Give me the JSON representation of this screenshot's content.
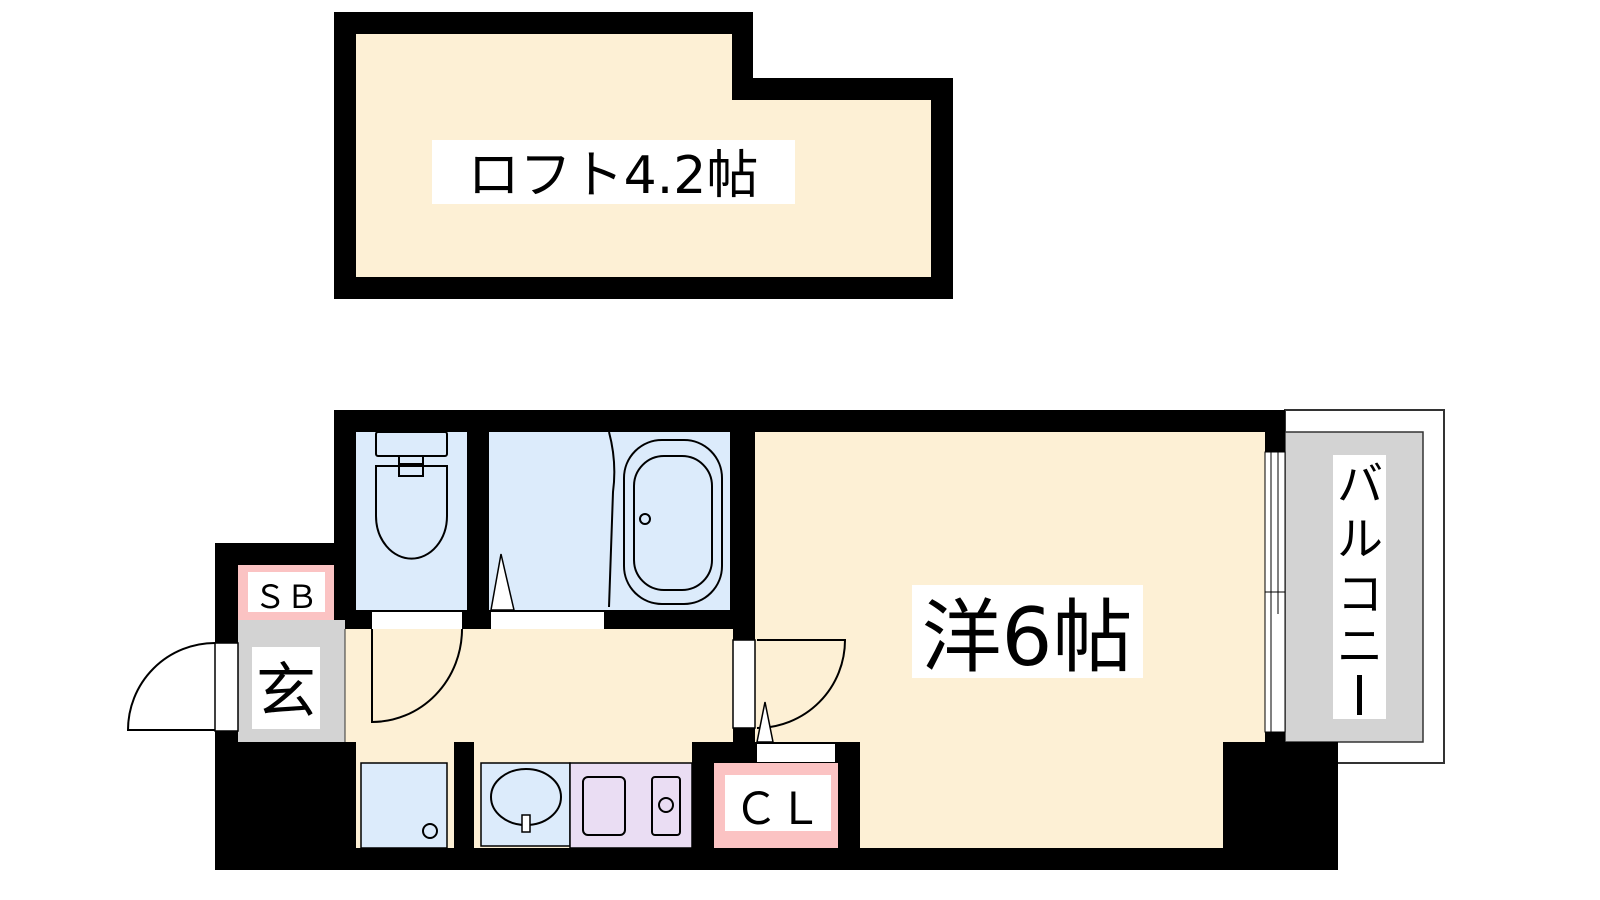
{
  "colors": {
    "wall": "#000000",
    "floor": "#FDF0D5",
    "wet_area": "#DCEBFB",
    "storage": "#FBC3C3",
    "entrance": "#D3D3D3",
    "kitchen": "#EADDF3"
  },
  "rooms": {
    "loft": "ロフト4.2帖",
    "western_room": "洋6帖",
    "balcony": [
      "バ",
      "ル",
      "コ",
      "ニ",
      "ー"
    ],
    "shoe_box": "ＳＢ",
    "entrance": "玄",
    "closet": "ＣＬ"
  },
  "icons": [
    "toilet-icon",
    "bathtub-icon",
    "washbasin-icon",
    "stove-icon",
    "washing-machine-icon",
    "door-icon",
    "window-icon"
  ]
}
